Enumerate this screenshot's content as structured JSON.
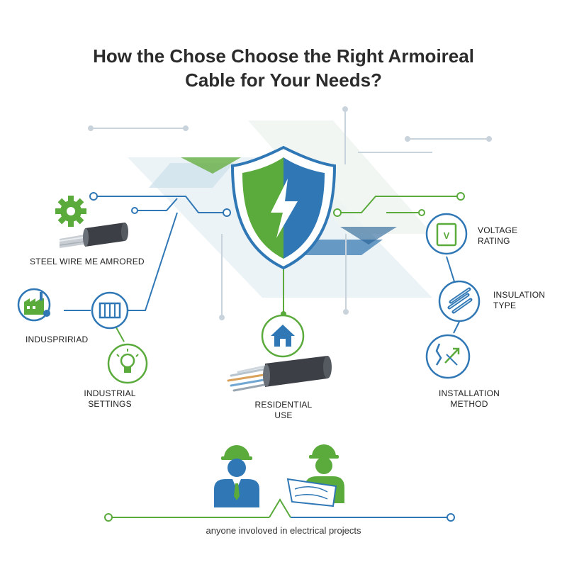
{
  "title": {
    "line1": "How the Chose Choose the Right Armoireal",
    "line2": "Cable for Your Needs?"
  },
  "labels": {
    "steel_wire": "STEEL WIRE ME AMRORED",
    "induspriad": "INDUSPRIRIAD",
    "industrial_1": "INDUSTRIAL",
    "industrial_2": "SETTINGS",
    "residential_1": "RESIDENTIAL",
    "residential_2": "USE",
    "voltage_1": "VOLTAGE",
    "voltage_2": "RATING",
    "insulation_1": "INSULATION",
    "insulation_2": "TYPE",
    "installation_1": "INSTALLATION",
    "installation_2": "METHOD"
  },
  "footer": "anyone involoved in electrical projects",
  "colors": {
    "green": "#5aaa3c",
    "blue": "#2f77b5",
    "dark_blue": "#1f5d93",
    "gray_line": "#c9d3dc"
  },
  "icons": [
    "gear-icon",
    "factory-icon",
    "switchgear-icon",
    "lightbulb-icon",
    "house-icon",
    "voltage-meter-icon",
    "insulation-bundle-icon",
    "installation-icon",
    "shield-bolt-icon",
    "engineer-icon",
    "engineer-with-plan-icon"
  ]
}
